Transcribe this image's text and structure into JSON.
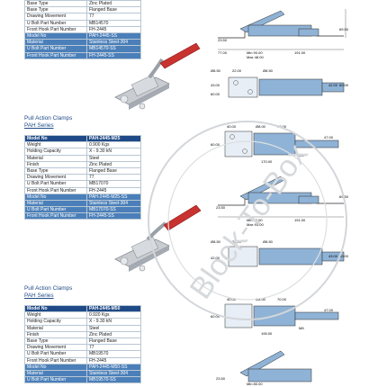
{
  "watermark": "Block-To-Box",
  "sections": [
    {
      "title": "",
      "series": "",
      "rows": [
        {
          "k": "Base Type",
          "v": "Zinc Plated",
          "style": "normal"
        },
        {
          "k": "Base Type",
          "v": "Flanged Base",
          "style": "normal"
        },
        {
          "k": "Drawing Movement",
          "v": "77",
          "style": "normal"
        },
        {
          "k": "U Bolt Part Number",
          "v": "MB14570",
          "style": "normal"
        },
        {
          "k": "Front Hook Part Number",
          "v": "FH-2445",
          "style": "normal"
        },
        {
          "k": "Model No",
          "v": "PAH-2445-SS",
          "style": "hl"
        },
        {
          "k": "Material",
          "v": "Stainless Steel-304",
          "style": "hl"
        },
        {
          "k": "U Bolt Part Number",
          "v": "MB14570-SS",
          "style": "hl"
        },
        {
          "k": "Front Hook Part Number",
          "v": "FH-2445-SS",
          "style": "hl"
        }
      ],
      "dims_side": [
        "23.50",
        "69.50",
        "77.00",
        "Min 90.00",
        "Max 48.00",
        "191.00"
      ],
      "dims_top": [
        "Ø8.50",
        "22.00",
        "Ø8.50",
        "43.00",
        "60.00",
        "42.00",
        "60.00"
      ]
    },
    {
      "title": "Pull Action Clamps",
      "series": "PAH Series",
      "rows": [
        {
          "k": "Model No",
          "v": "PAH-2445-M25",
          "style": "hd"
        },
        {
          "k": "Weight",
          "v": "0.900 Kgs",
          "style": "normal"
        },
        {
          "k": "Holding Capacity",
          "v": "X - 9.30 kN",
          "style": "normal"
        },
        {
          "k": "Material",
          "v": "Steel",
          "style": "normal"
        },
        {
          "k": "Finish",
          "v": "Zinc Plated",
          "style": "normal"
        },
        {
          "k": "Base Type",
          "v": "Flanged Base",
          "style": "normal"
        },
        {
          "k": "Drawing Movement",
          "v": "77",
          "style": "normal"
        },
        {
          "k": "U Bolt Part Number",
          "v": "MB17070",
          "style": "normal"
        },
        {
          "k": "Front Hook Part Number",
          "v": "FH-2445",
          "style": "normal"
        },
        {
          "k": "Model No",
          "v": "PAH-2445-M25-SS",
          "style": "hl"
        },
        {
          "k": "Material",
          "v": "Stainless Steel-304",
          "style": "hl"
        },
        {
          "k": "U Bolt Part Number",
          "v": "MB17070-SS",
          "style": "hl"
        },
        {
          "k": "Front Hook Part Number",
          "v": "FH-2445-SS",
          "style": "hl"
        }
      ],
      "dims_front": [
        "40.00",
        "Ø8.00",
        "70.00",
        "60.00",
        "47.00",
        "M8",
        "170.00"
      ],
      "dims_side": [
        "23.50",
        "69.50",
        "Min 10.00",
        "Max 93.00",
        "191.00"
      ],
      "dims_top": [
        "Ø8.50",
        "22.00",
        "Ø8.50",
        "42.00",
        "43.00",
        "60.00"
      ]
    },
    {
      "title": "Pull Action Clamps",
      "series": "PAH Series",
      "rows": [
        {
          "k": "Model No",
          "v": "PAH-2445-M50",
          "style": "hd"
        },
        {
          "k": "Weight",
          "v": "0.920 Kgs",
          "style": "normal"
        },
        {
          "k": "Holding Capacity",
          "v": "X - 9.30 kN",
          "style": "normal"
        },
        {
          "k": "Material",
          "v": "Steel",
          "style": "normal"
        },
        {
          "k": "Finish",
          "v": "Zinc Plated",
          "style": "normal"
        },
        {
          "k": "Base Type",
          "v": "Flanged Base",
          "style": "normal"
        },
        {
          "k": "Drawing Movement",
          "v": "77",
          "style": "normal"
        },
        {
          "k": "U Bolt Part Number",
          "v": "MB19570",
          "style": "normal"
        },
        {
          "k": "Front Hook Part Number",
          "v": "FH-2445",
          "style": "normal"
        },
        {
          "k": "Model No",
          "v": "PAH-2445-M50-SS",
          "style": "hl"
        },
        {
          "k": "Material",
          "v": "Stainless Steel-304",
          "style": "hl"
        },
        {
          "k": "U Bolt Part Number",
          "v": "MB19570-SS",
          "style": "hl"
        }
      ],
      "dims_front": [
        "40.00",
        "Ø8.00",
        "70.00",
        "60.00",
        "47.00",
        "M8",
        "195.00"
      ],
      "dims_side": [
        "23.50",
        "Min 80.00"
      ]
    }
  ]
}
